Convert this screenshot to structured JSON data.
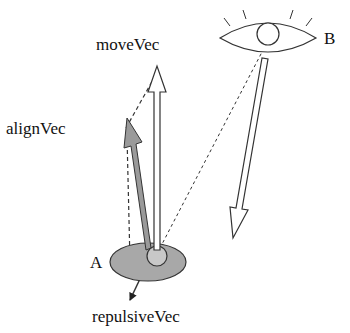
{
  "diagram": {
    "labels": [
      "moveVec",
      "B",
      "alignVec",
      "A",
      "repulsiveVec"
    ]
  }
}
